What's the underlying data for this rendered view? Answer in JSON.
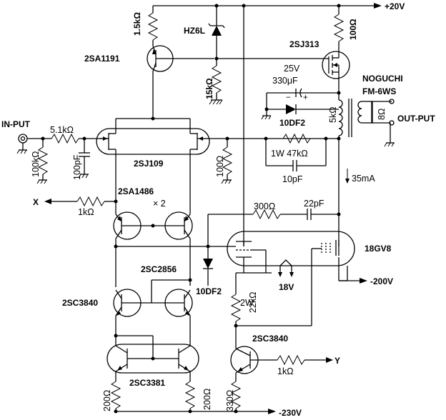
{
  "rails": {
    "pos20": "+20V",
    "neg200": "-200V",
    "neg230": "-230V",
    "current": "35mA"
  },
  "io": {
    "input": "IN-PUT",
    "output": "OUT-PUT",
    "x": "X",
    "y": "Y"
  },
  "transformer": {
    "maker": "NOGUCHI",
    "model": "FM-6WS",
    "primary": "5kΩ",
    "secondary": "8Ω"
  },
  "parts": {
    "q_2sa1191": "2SA1191",
    "q_2sj313": "2SJ313",
    "q_2sj109": "2SJ109",
    "q_2sa1486": "2SA1486",
    "q_x2": "× 2",
    "q_2sc2856": "2SC2856",
    "q_2sc3840_left": "2SC3840",
    "q_2sc3840_right": "2SC3840",
    "q_2sc3381": "2SC3381",
    "tube": "18GV8",
    "heater": "18V",
    "zener": "HZ6L",
    "diode_top": "10DF2",
    "diode_mid": "10DF2"
  },
  "values": {
    "r_1k5": "1.5kΩ",
    "r_15k": "15kΩ",
    "r_100_top": "100Ω",
    "cap_volt": "25V",
    "cap_val": "330μF",
    "r_5k1": "5.1kΩ",
    "r_100k": "100kΩ",
    "c_100p": "100pF",
    "r_100_mid": "100Ω",
    "r_1w47k": "1W 47kΩ",
    "c_10p": "10pF",
    "r_1k_x": "1kΩ",
    "r_300": "300Ω",
    "c_22p": "22pF",
    "r_2w": "2W",
    "r_22k": "22kΩ",
    "r_1k_y": "1kΩ",
    "r_200_l": "200Ω",
    "r_200_r": "200Ω",
    "r_330": "330Ω"
  }
}
